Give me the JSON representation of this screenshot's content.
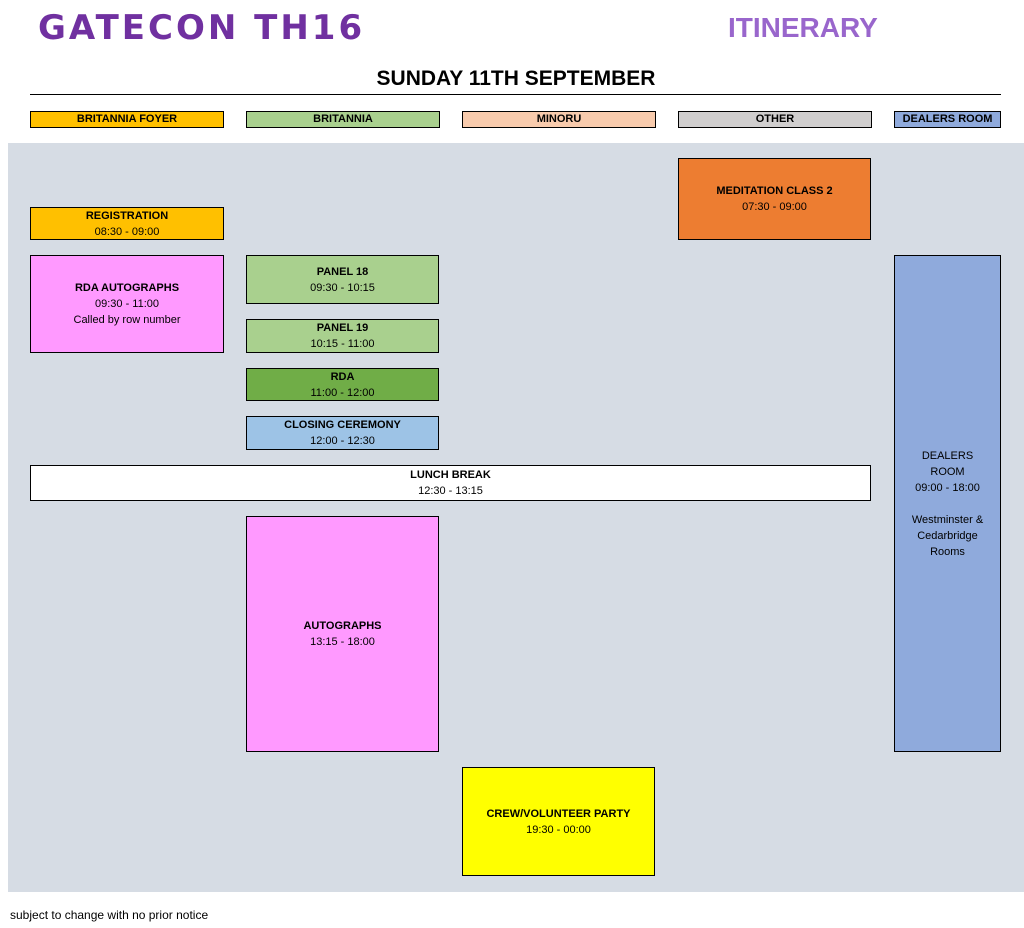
{
  "header": {
    "logo_text": "GATECON TH16",
    "section_label": "ITINERARY",
    "day_title": "SUNDAY 11TH SEPTEMBER"
  },
  "rooms": {
    "britannia_foyer": "BRITANNIA FOYER",
    "britannia": "BRITANNIA",
    "minoru": "MINORU",
    "other": "OTHER",
    "dealers_room": "DEALERS ROOM"
  },
  "colors": {
    "britannia_foyer": "#ffc000",
    "britannia": "#a9d08e",
    "minoru": "#f8cbad",
    "other": "#d0cece",
    "dealers_room": "#8faadc",
    "autographs": "#ff99ff",
    "rda": "#70ad47",
    "closing": "#9dc3e6",
    "meditation": "#ed7d31",
    "party": "#ffff00",
    "logo": "#7030a0",
    "itinerary": "#9966cc",
    "schedule_bg": "#d6dce4"
  },
  "events": {
    "meditation": {
      "title": "MEDITATION CLASS 2",
      "time": "07:30 - 09:00"
    },
    "registration": {
      "title": "REGISTRATION",
      "time": "08:30 - 09:00"
    },
    "rda_autographs": {
      "title": "RDA AUTOGRAPHS",
      "time": "09:30 - 11:00",
      "note": "Called by row number"
    },
    "panel18": {
      "title": "PANEL 18",
      "time": "09:30 - 10:15"
    },
    "panel19": {
      "title": "PANEL 19",
      "time": "10:15 - 11:00"
    },
    "rda": {
      "title": "RDA",
      "time": "11:00 - 12:00"
    },
    "closing": {
      "title": "CLOSING CEREMONY",
      "time": "12:00 - 12:30"
    },
    "lunch": {
      "title": "LUNCH BREAK",
      "time": "12:30 - 13:15"
    },
    "autographs": {
      "title": "AUTOGRAPHS",
      "time": "13:15 - 18:00"
    },
    "dealers": {
      "line1": "DEALERS",
      "line2": "ROOM",
      "time": "09:00 - 18:00",
      "note1": "Westminster &",
      "note2": "Cedarbridge",
      "note3": "Rooms"
    },
    "party": {
      "title": "CREW/VOLUNTEER PARTY",
      "time": "19:30 - 00:00"
    }
  },
  "footer": {
    "note": "subject to change with no prior notice"
  }
}
